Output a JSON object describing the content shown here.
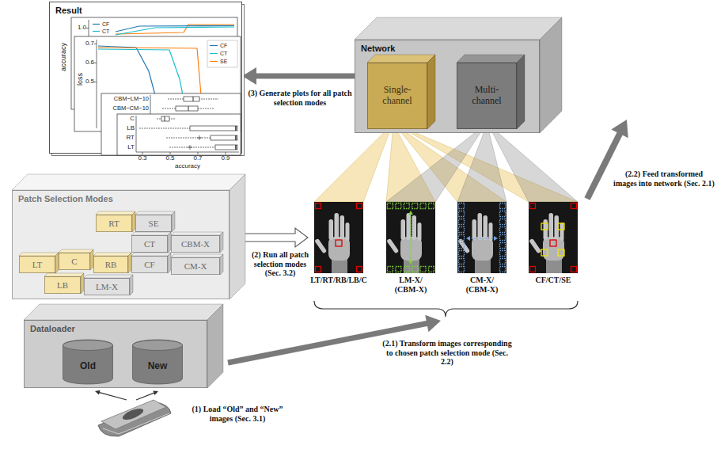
{
  "diagram": {
    "nodes": [
      {
        "text": [
          "Result"
        ]
      },
      {
        "text": [
          "Network"
        ]
      },
      {
        "text": [
          "Single-channel"
        ],
        "in": 1
      },
      {
        "text": [
          "Multi-channel"
        ],
        "in": 1
      },
      {
        "text": [
          "Patch Selection Modes"
        ]
      },
      {
        "text": [
          "RT"
        ],
        "in": 4
      },
      {
        "text": [
          "SE"
        ],
        "in": 4
      },
      {
        "text": [
          "CT"
        ],
        "in": 4
      },
      {
        "text": [
          "CBM-X"
        ],
        "in": 4
      },
      {
        "text": [
          "LT"
        ],
        "in": 4
      },
      {
        "text": [
          "C"
        ],
        "in": 4
      },
      {
        "text": [
          "RB"
        ],
        "in": 4
      },
      {
        "text": [
          "CF"
        ],
        "in": 4
      },
      {
        "text": [
          "CM-X"
        ],
        "in": 4
      },
      {
        "text": [
          "LB"
        ],
        "in": 4
      },
      {
        "text": [
          "LM-X"
        ],
        "in": 4
      },
      {
        "text": [
          "LT/RT/RB/LB/C"
        ]
      },
      {
        "text": [
          "LM-X/ (CBM-X)"
        ]
      },
      {
        "text": [
          "CM-X/ (CBM-X)"
        ]
      },
      {
        "text": [
          "CF/CT/SE"
        ]
      },
      {
        "text": [
          "Dataloader"
        ]
      },
      {
        "text": [
          "Old"
        ],
        "in": 20
      },
      {
        "text": [
          "New"
        ],
        "in": 20
      }
    ],
    "edges": [
      {
        "from": 1,
        "to": 0,
        "arrow": "to",
        "label": "(3) Generate plots for all patch selection modes"
      },
      {
        "from": 4,
        "to": 16,
        "arrow": "to",
        "label": "(2) Run all patch selection modes (Sec. 3.2)"
      },
      {
        "from": 19,
        "to": 1,
        "arrow": "to",
        "label": "(2.2) Feed transformed images into network (Sec. 2.1)"
      },
      {
        "from": 16,
        "to": 2,
        "arrow": "none"
      },
      {
        "from": 17,
        "to": 2,
        "arrow": "none"
      },
      {
        "from": 18,
        "to": 2,
        "arrow": "none"
      },
      {
        "from": 19,
        "to": 2,
        "arrow": "none"
      },
      {
        "from": 17,
        "to": 3,
        "arrow": "none"
      },
      {
        "from": 18,
        "to": 3,
        "arrow": "none"
      },
      {
        "from": 19,
        "to": 3,
        "arrow": "none"
      }
    ],
    "labels": [
      "accuracy",
      "1.0",
      "CF",
      "CT",
      "loss",
      "0.7",
      "0.6",
      "0.5",
      "CBM−LM−10",
      "CBM−CM−10",
      "C",
      "LB",
      "RT",
      "LT",
      "0.3",
      "0.5",
      "0.7",
      "0.9",
      "accuracy",
      "(2.1) Transform images corresponding to chosen patch selection mode (Sec. 2.2)",
      "(1) Load “Old” and “New” images (Sec. 3.1)"
    ],
    "legend": [
      {
        "text": "CF"
      },
      {
        "text": "CT"
      },
      {
        "text": "SE"
      }
    ]
  }
}
